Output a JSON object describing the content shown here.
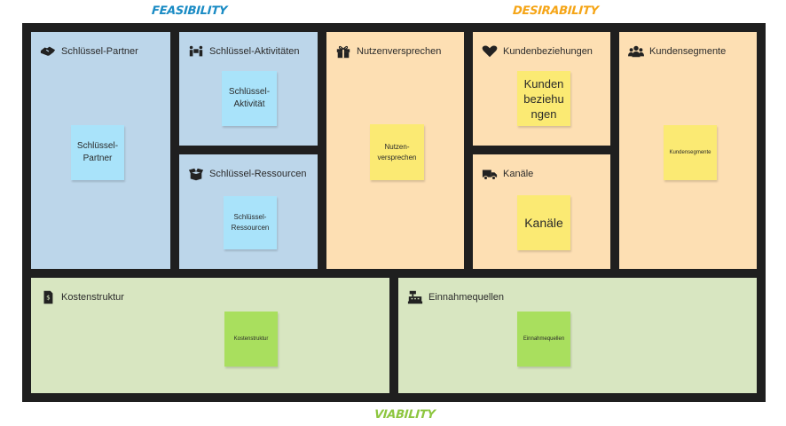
{
  "labels": {
    "feasibility": "FEASIBILITY",
    "desirability": "DESIRABILITY",
    "viability": "VIABILITY"
  },
  "colors": {
    "feasibility": "#1a8bc4",
    "desirability": "#f5a517",
    "viability": "#8dc63f",
    "blue_block": "#bcd6ea",
    "orange_block": "#fddfb3",
    "green_block": "#d8e6c1",
    "frame": "#1f1f1f"
  },
  "blocks": {
    "key_partners": {
      "title": "Schlüssel-Partner",
      "icon": "handshake-icon",
      "note": "Schlüssel-\nPartner"
    },
    "key_activities": {
      "title": "Schlüssel-Aktivitäten",
      "icon": "people-carry-icon",
      "note": "Schlüssel-\nAktivität"
    },
    "key_resources": {
      "title": "Schlüssel-Ressourcen",
      "icon": "open-box-icon",
      "note": "Schlüssel-\nRessourcen"
    },
    "value_propositions": {
      "title": "Nutzenversprechen",
      "icon": "gift-icon",
      "note": "Nutzen-\nversprechen"
    },
    "customer_relationships": {
      "title": "Kundenbeziehungen",
      "icon": "heart-icon",
      "note": "Kunden\nbeziehu\nngen"
    },
    "channels": {
      "title": "Kanäle",
      "icon": "truck-icon",
      "note": "Kanäle"
    },
    "customer_segments": {
      "title": "Kundensegmente",
      "icon": "users-icon",
      "note": "Kundensegmente"
    },
    "cost_structure": {
      "title": "Kostenstruktur",
      "icon": "dollar-file-icon",
      "note": "Kostenstruktur"
    },
    "revenue_streams": {
      "title": "Einnahmequellen",
      "icon": "cash-register-icon",
      "note": "Einnahmequellen"
    }
  }
}
